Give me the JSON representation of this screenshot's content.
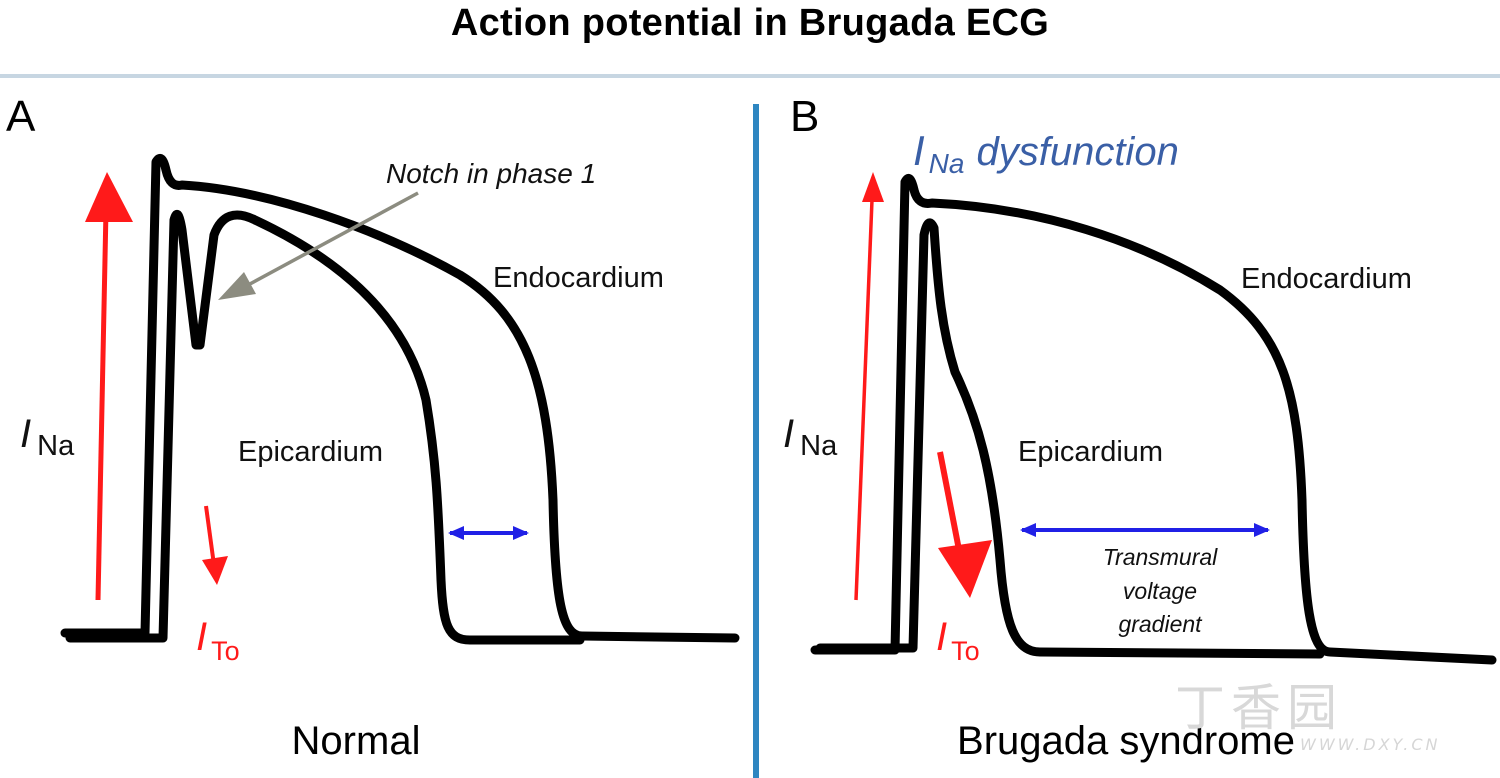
{
  "title": "Action potential in Brugada ECG",
  "colors": {
    "trace": "#000000",
    "current_arrow": "#ff1a1a",
    "gradient_arrow": "#2020e6",
    "notch_arrow": "#8c8c80",
    "dysfunction_text": "#3a5fa6",
    "divider": "#2e86c1",
    "rule": "#c7d6e2"
  },
  "panel_a": {
    "letter": "A",
    "callout": "Notch in phase 1",
    "endo_label": "Endocardium",
    "epi_label": "Epicardium",
    "ina_main": "I",
    "ina_sub": "Na",
    "ito_main": "I",
    "ito_sub": "To",
    "caption": "Normal"
  },
  "panel_b": {
    "letter": "B",
    "dysfunction_main": "I",
    "dysfunction_sub": "Na",
    "dysfunction_rest": "dysfunction",
    "endo_label": "Endocardium",
    "epi_label": "Epicardium",
    "ina_main": "I",
    "ina_sub": "Na",
    "ito_main": "I",
    "ito_sub": "To",
    "gradient_line1": "Transmural",
    "gradient_line2": "voltage",
    "gradient_line3": "gradient",
    "caption": "Brugada syndrome"
  },
  "watermark": {
    "text": "丁香园",
    "url": "WWW.DXY.CN"
  }
}
